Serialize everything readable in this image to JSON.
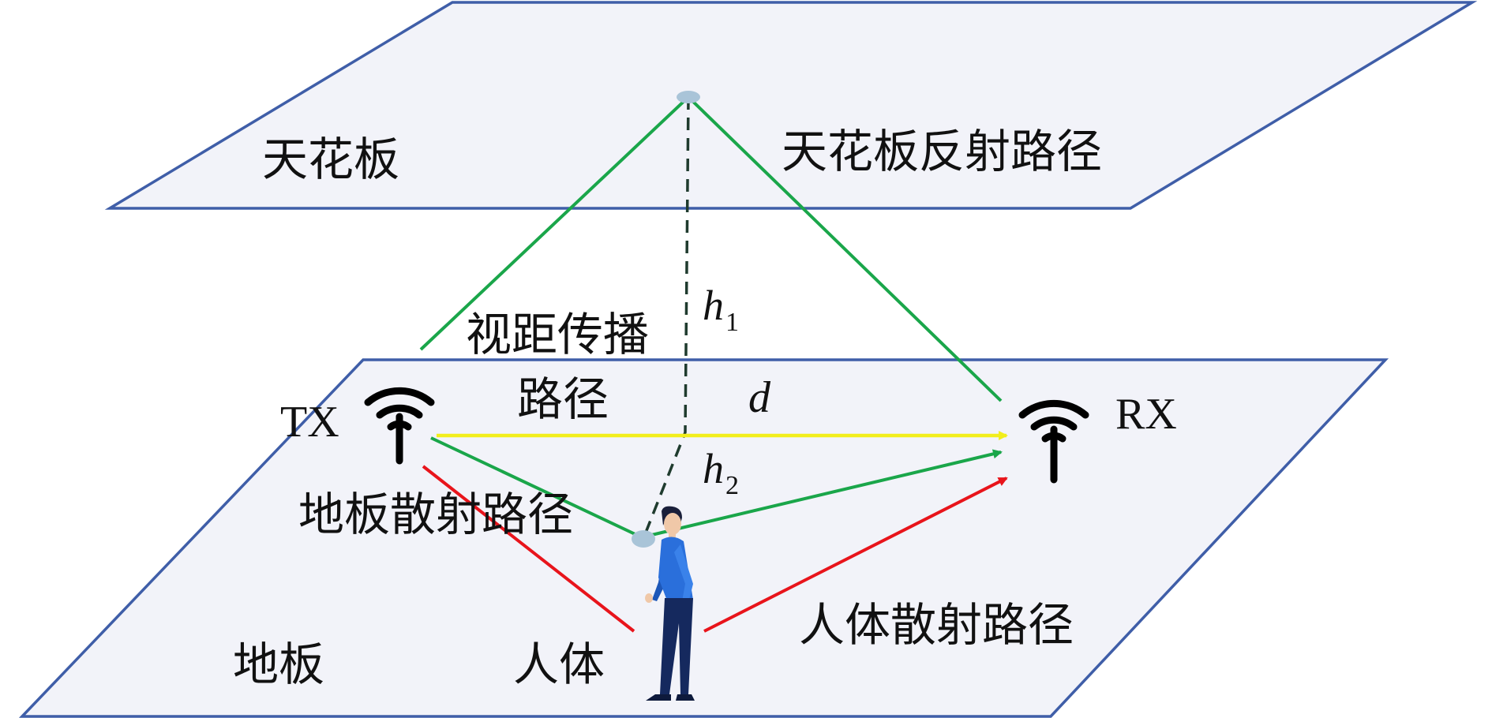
{
  "labels": {
    "ceiling": "天花板",
    "ceiling_reflection_path": "天花板反射路径",
    "los_path_line1": "视距传播",
    "los_path_line2": "路径",
    "floor_scatter_path": "地板散射路径",
    "human_scatter_path": "人体散射路径",
    "floor": "地板",
    "human": "人体",
    "tx": "TX",
    "rx": "RX",
    "h1_base": "h",
    "h1_sub": "1",
    "h2_base": "h",
    "h2_sub": "2",
    "distance": "d"
  },
  "colors": {
    "plane_fill": "#f2f3f9",
    "plane_stroke": "#3f5ea8",
    "ceiling_path": "#1aa64a",
    "los_path": "#f2ee1c",
    "floor_path": "#1aa64a",
    "human_path": "#e8141b",
    "height_dashed": "#1f3b2e",
    "point_marker": "#a9c4d8",
    "antenna": "#000000",
    "person_shirt": "#2a6fdb",
    "person_pants": "#15295e",
    "person_skin": "#f0c8a8",
    "person_hair": "#1a1f3a"
  },
  "icons": {
    "tx_antenna": "antenna-icon",
    "rx_antenna": "antenna-icon",
    "human": "person-icon"
  }
}
